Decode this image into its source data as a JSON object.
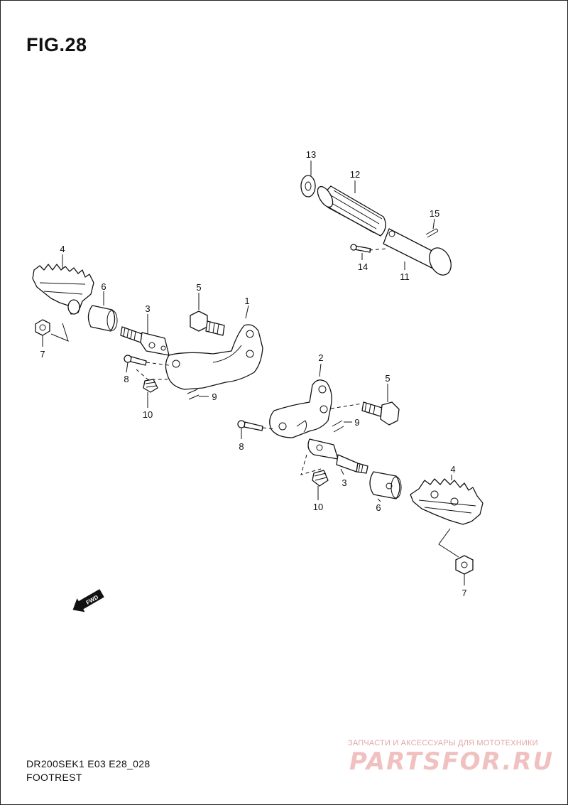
{
  "figure": {
    "title": "FIG.28"
  },
  "footer": {
    "model_code": "DR200SEK1 E03 E28_028",
    "section_name": "FOOTREST"
  },
  "watermark": {
    "tagline": "ЗАПЧАСТИ И АКСЕССУАРЫ ДЛЯ МОТОТЕХНИКИ",
    "brand": "PARTSFOR.RU"
  },
  "fwd_arrow": {
    "label": "FWD"
  },
  "callouts": [
    {
      "id": "c1",
      "label": "1"
    },
    {
      "id": "c2",
      "label": "2"
    },
    {
      "id": "c3a",
      "label": "3"
    },
    {
      "id": "c3b",
      "label": "3"
    },
    {
      "id": "c4a",
      "label": "4"
    },
    {
      "id": "c4b",
      "label": "4"
    },
    {
      "id": "c5a",
      "label": "5"
    },
    {
      "id": "c5b",
      "label": "5"
    },
    {
      "id": "c6a",
      "label": "6"
    },
    {
      "id": "c6b",
      "label": "6"
    },
    {
      "id": "c7a",
      "label": "7"
    },
    {
      "id": "c7b",
      "label": "7"
    },
    {
      "id": "c8a",
      "label": "8"
    },
    {
      "id": "c8b",
      "label": "8"
    },
    {
      "id": "c9a",
      "label": "9"
    },
    {
      "id": "c9b",
      "label": "9"
    },
    {
      "id": "c10a",
      "label": "10"
    },
    {
      "id": "c10b",
      "label": "10"
    },
    {
      "id": "c11",
      "label": "11"
    },
    {
      "id": "c12",
      "label": "12"
    },
    {
      "id": "c13",
      "label": "13"
    },
    {
      "id": "c14",
      "label": "14"
    },
    {
      "id": "c15",
      "label": "15"
    }
  ]
}
